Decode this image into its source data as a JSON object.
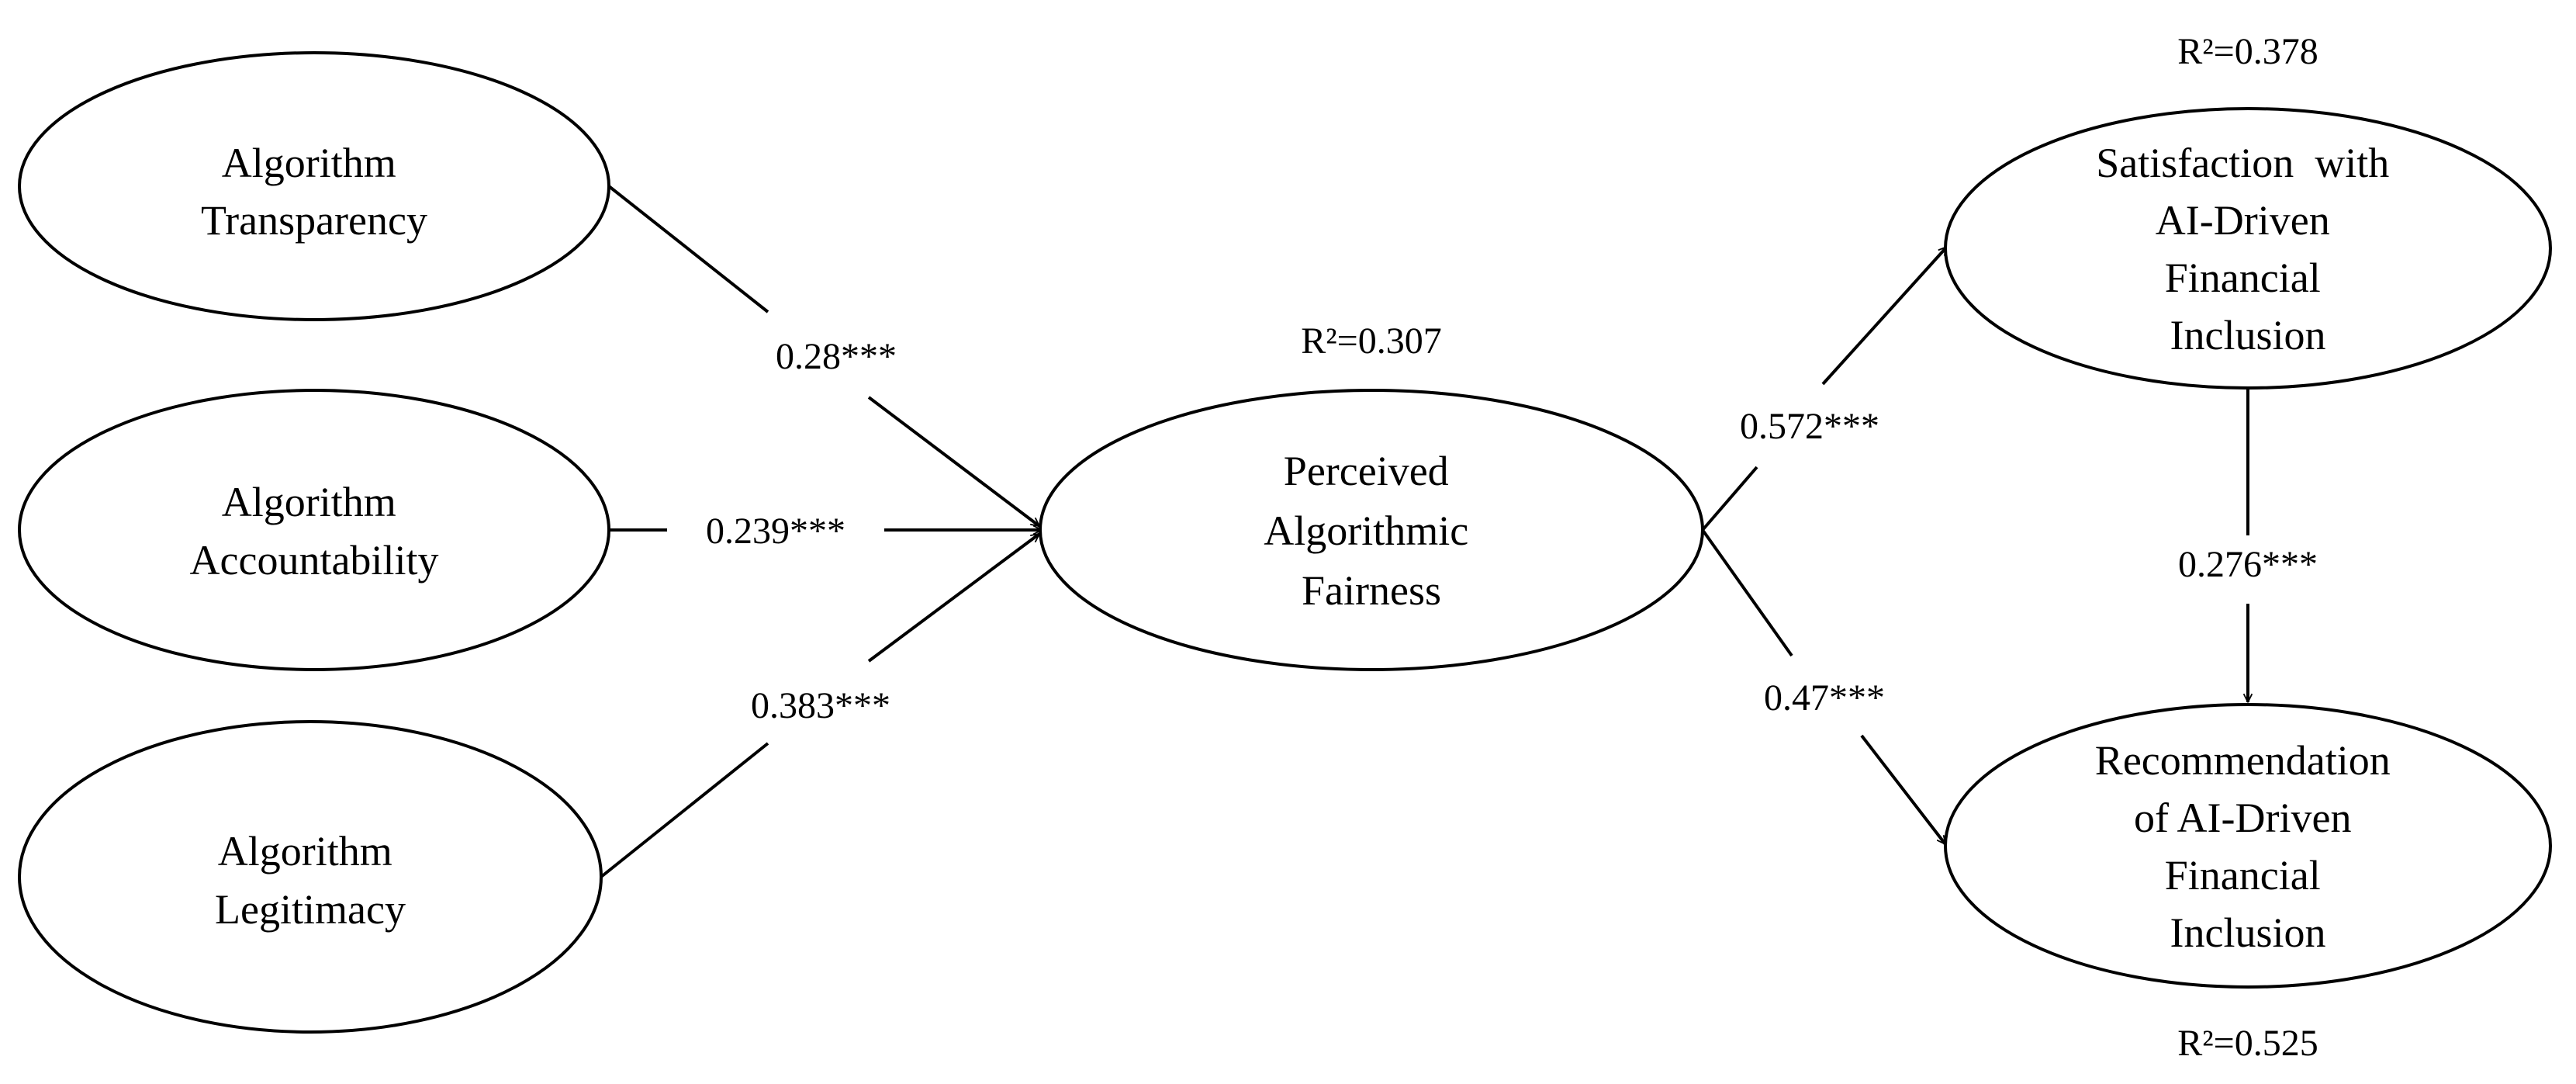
{
  "diagram": {
    "nodes": {
      "transparency": {
        "lines": [
          "Algorithm",
          "Transparency"
        ]
      },
      "accountability": {
        "lines": [
          "Algorithm",
          "Accountability"
        ]
      },
      "legitimacy": {
        "lines": [
          "Algorithm",
          "Legitimacy"
        ]
      },
      "fairness": {
        "lines": [
          "Perceived",
          "Algorithmic",
          "Fairness"
        ],
        "r2": "R²=0.307"
      },
      "satisfaction": {
        "lines": [
          "Satisfaction  with",
          "AI-Driven",
          "Financial",
          "Inclusion"
        ],
        "r2": "R²=0.378"
      },
      "recommendation": {
        "lines": [
          "Recommendation",
          "of AI-Driven",
          "Financial",
          "Inclusion"
        ],
        "r2": "R²=0.525"
      }
    },
    "paths": {
      "transparency_fairness": "0.28***",
      "accountability_fairness": "0.239***",
      "legitimacy_fairness": "0.383***",
      "fairness_satisfaction": "0.572***",
      "fairness_recommendation": "0.47***",
      "satisfaction_recommendation": "0.276***"
    },
    "colors": {
      "stroke": "#000000",
      "background": "#ffffff"
    }
  }
}
